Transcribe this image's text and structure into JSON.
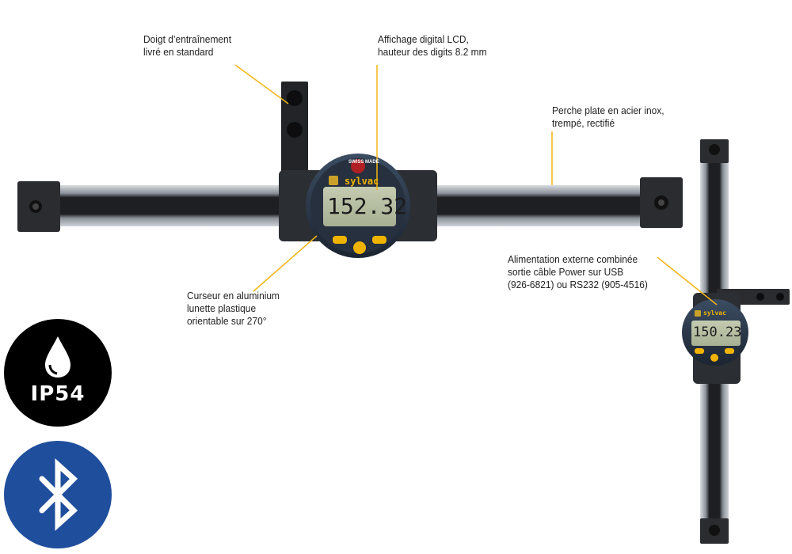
{
  "callouts": {
    "finger": {
      "line1": "Doigt d’entraînement",
      "line2": "livré en standard"
    },
    "display": {
      "line1": "Affichage digital LCD,",
      "line2": "hauteur des digits 8.2 mm"
    },
    "beam": {
      "line1": "Perche plate en acier inox,",
      "line2": "trempé, rectifié"
    },
    "cursor": {
      "line1": "Curseur en aluminium",
      "line2": "lunette plastique",
      "line3": "orientable sur 270°"
    },
    "power": {
      "line1": "Alimentation externe combinée",
      "line2": "sortie câble Power sur USB",
      "line3": "(926-6821) ou RS232 (905-4516)"
    }
  },
  "device_main": {
    "reading": "152.32",
    "brand": "sylvac",
    "badge": "SWISS MADE"
  },
  "device_small": {
    "reading": "150.23",
    "brand": "sylvac"
  },
  "badges": {
    "ip": "IP54",
    "ip_icon": "water-drop-icon",
    "bt_icon": "bluetooth-icon"
  },
  "colors": {
    "callout_line": "#f2b516",
    "ip_badge": "#000000",
    "bt_badge": "#1f4e9c",
    "button": "#f0b400"
  }
}
